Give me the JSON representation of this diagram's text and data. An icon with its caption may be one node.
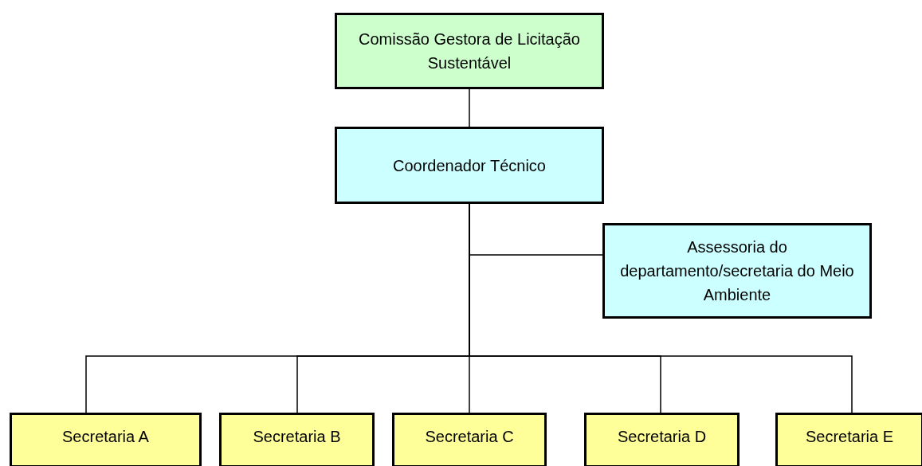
{
  "diagram": {
    "nodes": [
      {
        "text": [
          "Comissão Gestora de Licitação Sustentável"
        ]
      },
      {
        "text": [
          "Coordenador Técnico"
        ]
      },
      {
        "text": [
          "Assessoria do departamento/secretaria do Meio Ambiente"
        ]
      },
      {
        "text": [
          "Secretaria A"
        ]
      },
      {
        "text": [
          "Secretaria B"
        ]
      },
      {
        "text": [
          "Secretaria C"
        ]
      },
      {
        "text": [
          "Secretaria D"
        ]
      },
      {
        "text": [
          "Secretaria E"
        ]
      }
    ],
    "edges": [
      {
        "from": 0,
        "to": 1,
        "arrow": "none"
      },
      {
        "from": 1,
        "to": 2,
        "arrow": "none"
      },
      {
        "from": 1,
        "to": 3,
        "arrow": "none"
      },
      {
        "from": 1,
        "to": 4,
        "arrow": "none"
      },
      {
        "from": 1,
        "to": 5,
        "arrow": "none"
      },
      {
        "from": 1,
        "to": 6,
        "arrow": "none"
      },
      {
        "from": 1,
        "to": 7,
        "arrow": "none"
      }
    ]
  }
}
